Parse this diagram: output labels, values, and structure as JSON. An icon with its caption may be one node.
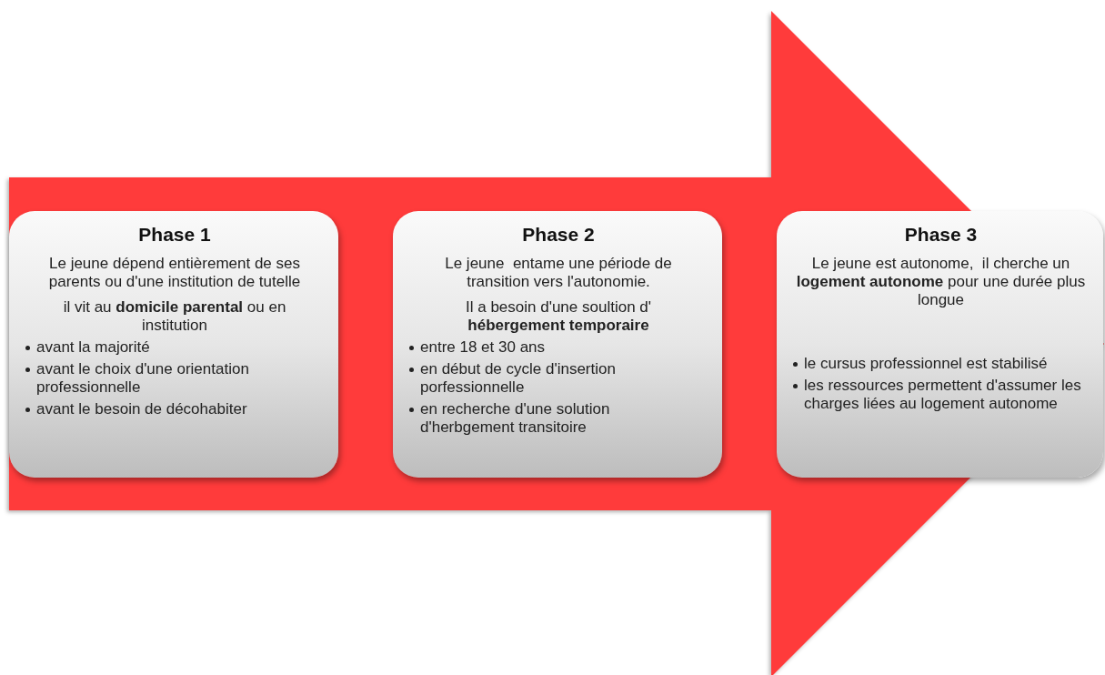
{
  "diagram": {
    "nodes": [
      {
        "text": [
          "Phase 1",
          "Le jeune dépend entièrement de ses parents ou d'une institution de tutelle",
          "il vit au **domicile parental** ou en institution",
          "avant la majorité",
          "avant le choix d'une orientation professionnelle",
          "avant le besoin de décohabiter"
        ]
      },
      {
        "text": [
          "Phase 2",
          "Le jeune  entame une période de transition vers l'autonomie.",
          "Il a besoin d'une soultion d' **hébergement temporaire**",
          "entre 18 et 30 ans",
          "en début de cycle d'insertion porfessionnelle",
          "en recherche d'une solution d'herbgement transitoire"
        ]
      },
      {
        "text": [
          "Phase 3",
          "Le jeune est autonome,  il cherche un **logement autonome** pour une durée plus longue",
          "le cursus professionnel est stabilisé",
          "les ressources permettent d'assumer les charges liées au logement autonome"
        ]
      }
    ],
    "edges": [
      {
        "from": 0,
        "to": 2,
        "arrow": "to",
        "style": "thick"
      }
    ]
  }
}
